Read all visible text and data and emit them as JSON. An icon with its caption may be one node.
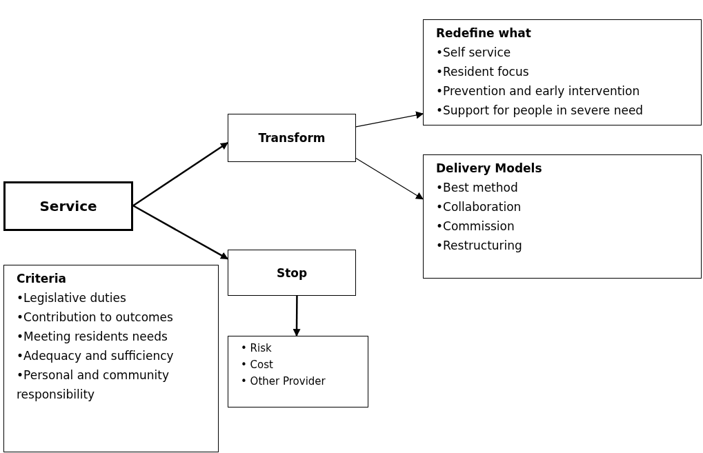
{
  "diagram": {
    "nodes": [
      {
        "text": [
          "Service"
        ]
      },
      {
        "text": [
          "Transform"
        ]
      },
      {
        "text": [
          "Stop"
        ]
      },
      {
        "text": [
          "Redefine what",
          "•Self service",
          "•Resident focus",
          "•Prevention and early intervention",
          "•Support for people in severe need"
        ]
      },
      {
        "text": [
          "Delivery Models",
          "•Best method",
          "•Collaboration",
          "•Commission",
          "•Restructuring"
        ]
      },
      {
        "text": [
          "Criteria",
          "•Legislative duties",
          "•Contribution to outcomes",
          "•Meeting residents needs",
          "•Adequacy and sufficiency",
          "•Personal and community responsibility"
        ]
      },
      {
        "text": [
          "• Risk",
          "• Cost",
          "• Other Provider"
        ]
      }
    ],
    "edges": [
      {
        "from": 0,
        "to": 1,
        "arrow": "to"
      },
      {
        "from": 0,
        "to": 2,
        "arrow": "to"
      },
      {
        "from": 1,
        "to": 3,
        "arrow": "to"
      },
      {
        "from": 1,
        "to": 4,
        "arrow": "to"
      },
      {
        "from": 2,
        "to": 6,
        "arrow": "to"
      }
    ]
  }
}
